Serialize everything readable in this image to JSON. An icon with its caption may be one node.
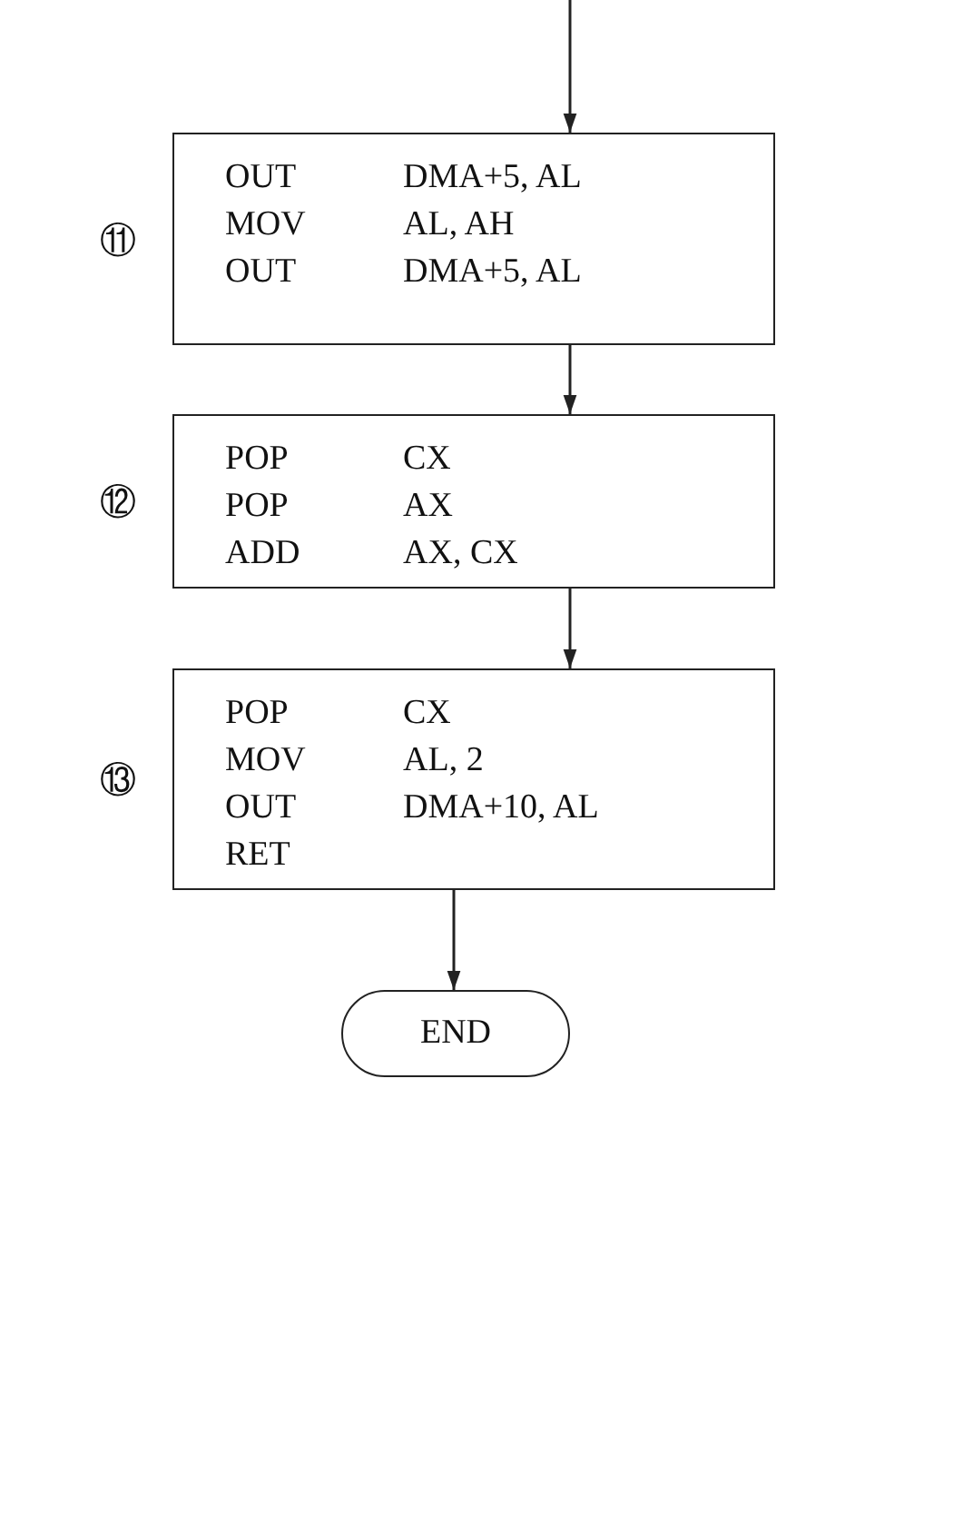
{
  "diagram": {
    "nodes": [
      {
        "text": [
          "OUT",
          "DMA+5, AL",
          "MOV",
          "AL, AH",
          "OUT",
          "DMA+5, AL"
        ],
        "beside": [
          "⑪"
        ]
      },
      {
        "text": [
          "POP",
          "CX",
          "POP",
          "AX",
          "ADD",
          "AX, CX"
        ],
        "beside": [
          "⑫"
        ]
      },
      {
        "text": [
          "POP",
          "CX",
          "MOV",
          "AL, 2",
          "OUT",
          "DMA+10, AL",
          "RET"
        ],
        "beside": [
          "⑬"
        ]
      },
      {
        "text": [
          "END"
        ]
      }
    ],
    "edges": [
      {
        "from": null,
        "to": 0,
        "arrow": "to"
      },
      {
        "from": 0,
        "to": 1,
        "arrow": "to"
      },
      {
        "from": 1,
        "to": 2,
        "arrow": "to"
      },
      {
        "from": 2,
        "to": 3,
        "arrow": "to"
      }
    ]
  }
}
